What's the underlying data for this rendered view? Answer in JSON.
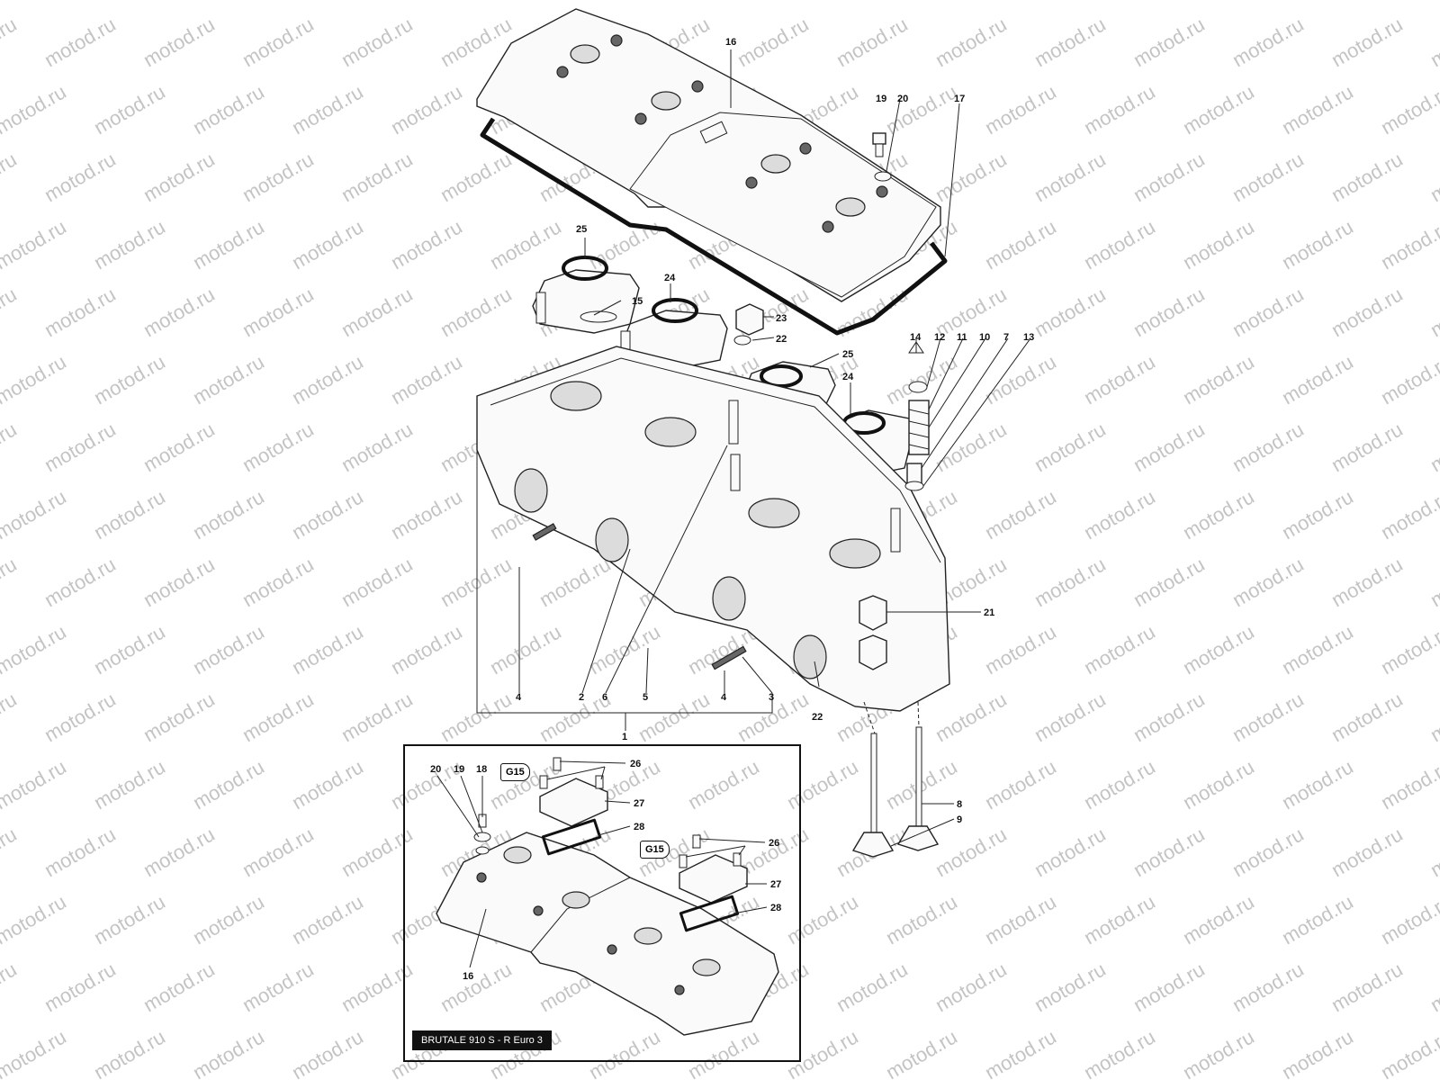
{
  "watermark": "motod.ru",
  "model_label": "BRUTALE 910 S - R Euro 3",
  "badges": [
    "G15",
    "G15"
  ],
  "callouts_main": [
    "16",
    "19",
    "20",
    "17",
    "25",
    "15",
    "24",
    "23",
    "22",
    "25",
    "24",
    "14",
    "12",
    "11",
    "10",
    "7",
    "13",
    "21",
    "4",
    "2",
    "6",
    "5",
    "4",
    "3",
    "22",
    "1",
    "8",
    "9"
  ],
  "callouts_inset": [
    "20",
    "19",
    "18",
    "26",
    "27",
    "28",
    "26",
    "27",
    "28",
    "16"
  ]
}
